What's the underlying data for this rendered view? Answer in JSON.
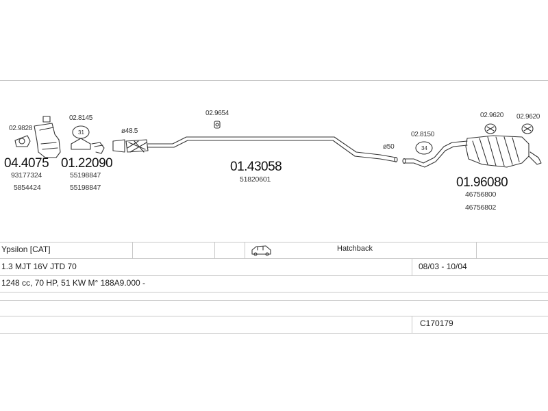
{
  "parts": [
    {
      "ref": "02.9828"
    },
    {
      "ref": "02.8145",
      "bracket_no": "31"
    },
    {
      "diameter": "ø48.5"
    },
    {
      "ref": "02.9654"
    },
    {
      "diameter": "ø50"
    },
    {
      "ref": "02.8150",
      "bracket_no": "34"
    },
    {
      "ref": "02.9620"
    },
    {
      "ref": "02.9620"
    }
  ],
  "main_parts": [
    {
      "number": "04.4075",
      "oe": [
        "93177324",
        "5854424"
      ]
    },
    {
      "number": "01.22090",
      "oe": [
        "55198847",
        "55198847"
      ]
    },
    {
      "number": "01.43058",
      "oe": [
        "51820601"
      ]
    },
    {
      "number": "01.96080",
      "oe": [
        "46756800",
        "46756802"
      ]
    }
  ],
  "vehicle": {
    "model": "Ypsilon  [CAT]",
    "body": "Hatchback",
    "engine": "1.3 MJT 16V JTD  70",
    "years": "08/03 - 10/04",
    "spec": "1248 cc, 70 HP, 51 KW M° 188A9.000 -",
    "code": "C170179"
  },
  "icons": [
    "car-icon"
  ],
  "colors": {
    "line": "#c8c8c8",
    "drawing": "#333333"
  }
}
